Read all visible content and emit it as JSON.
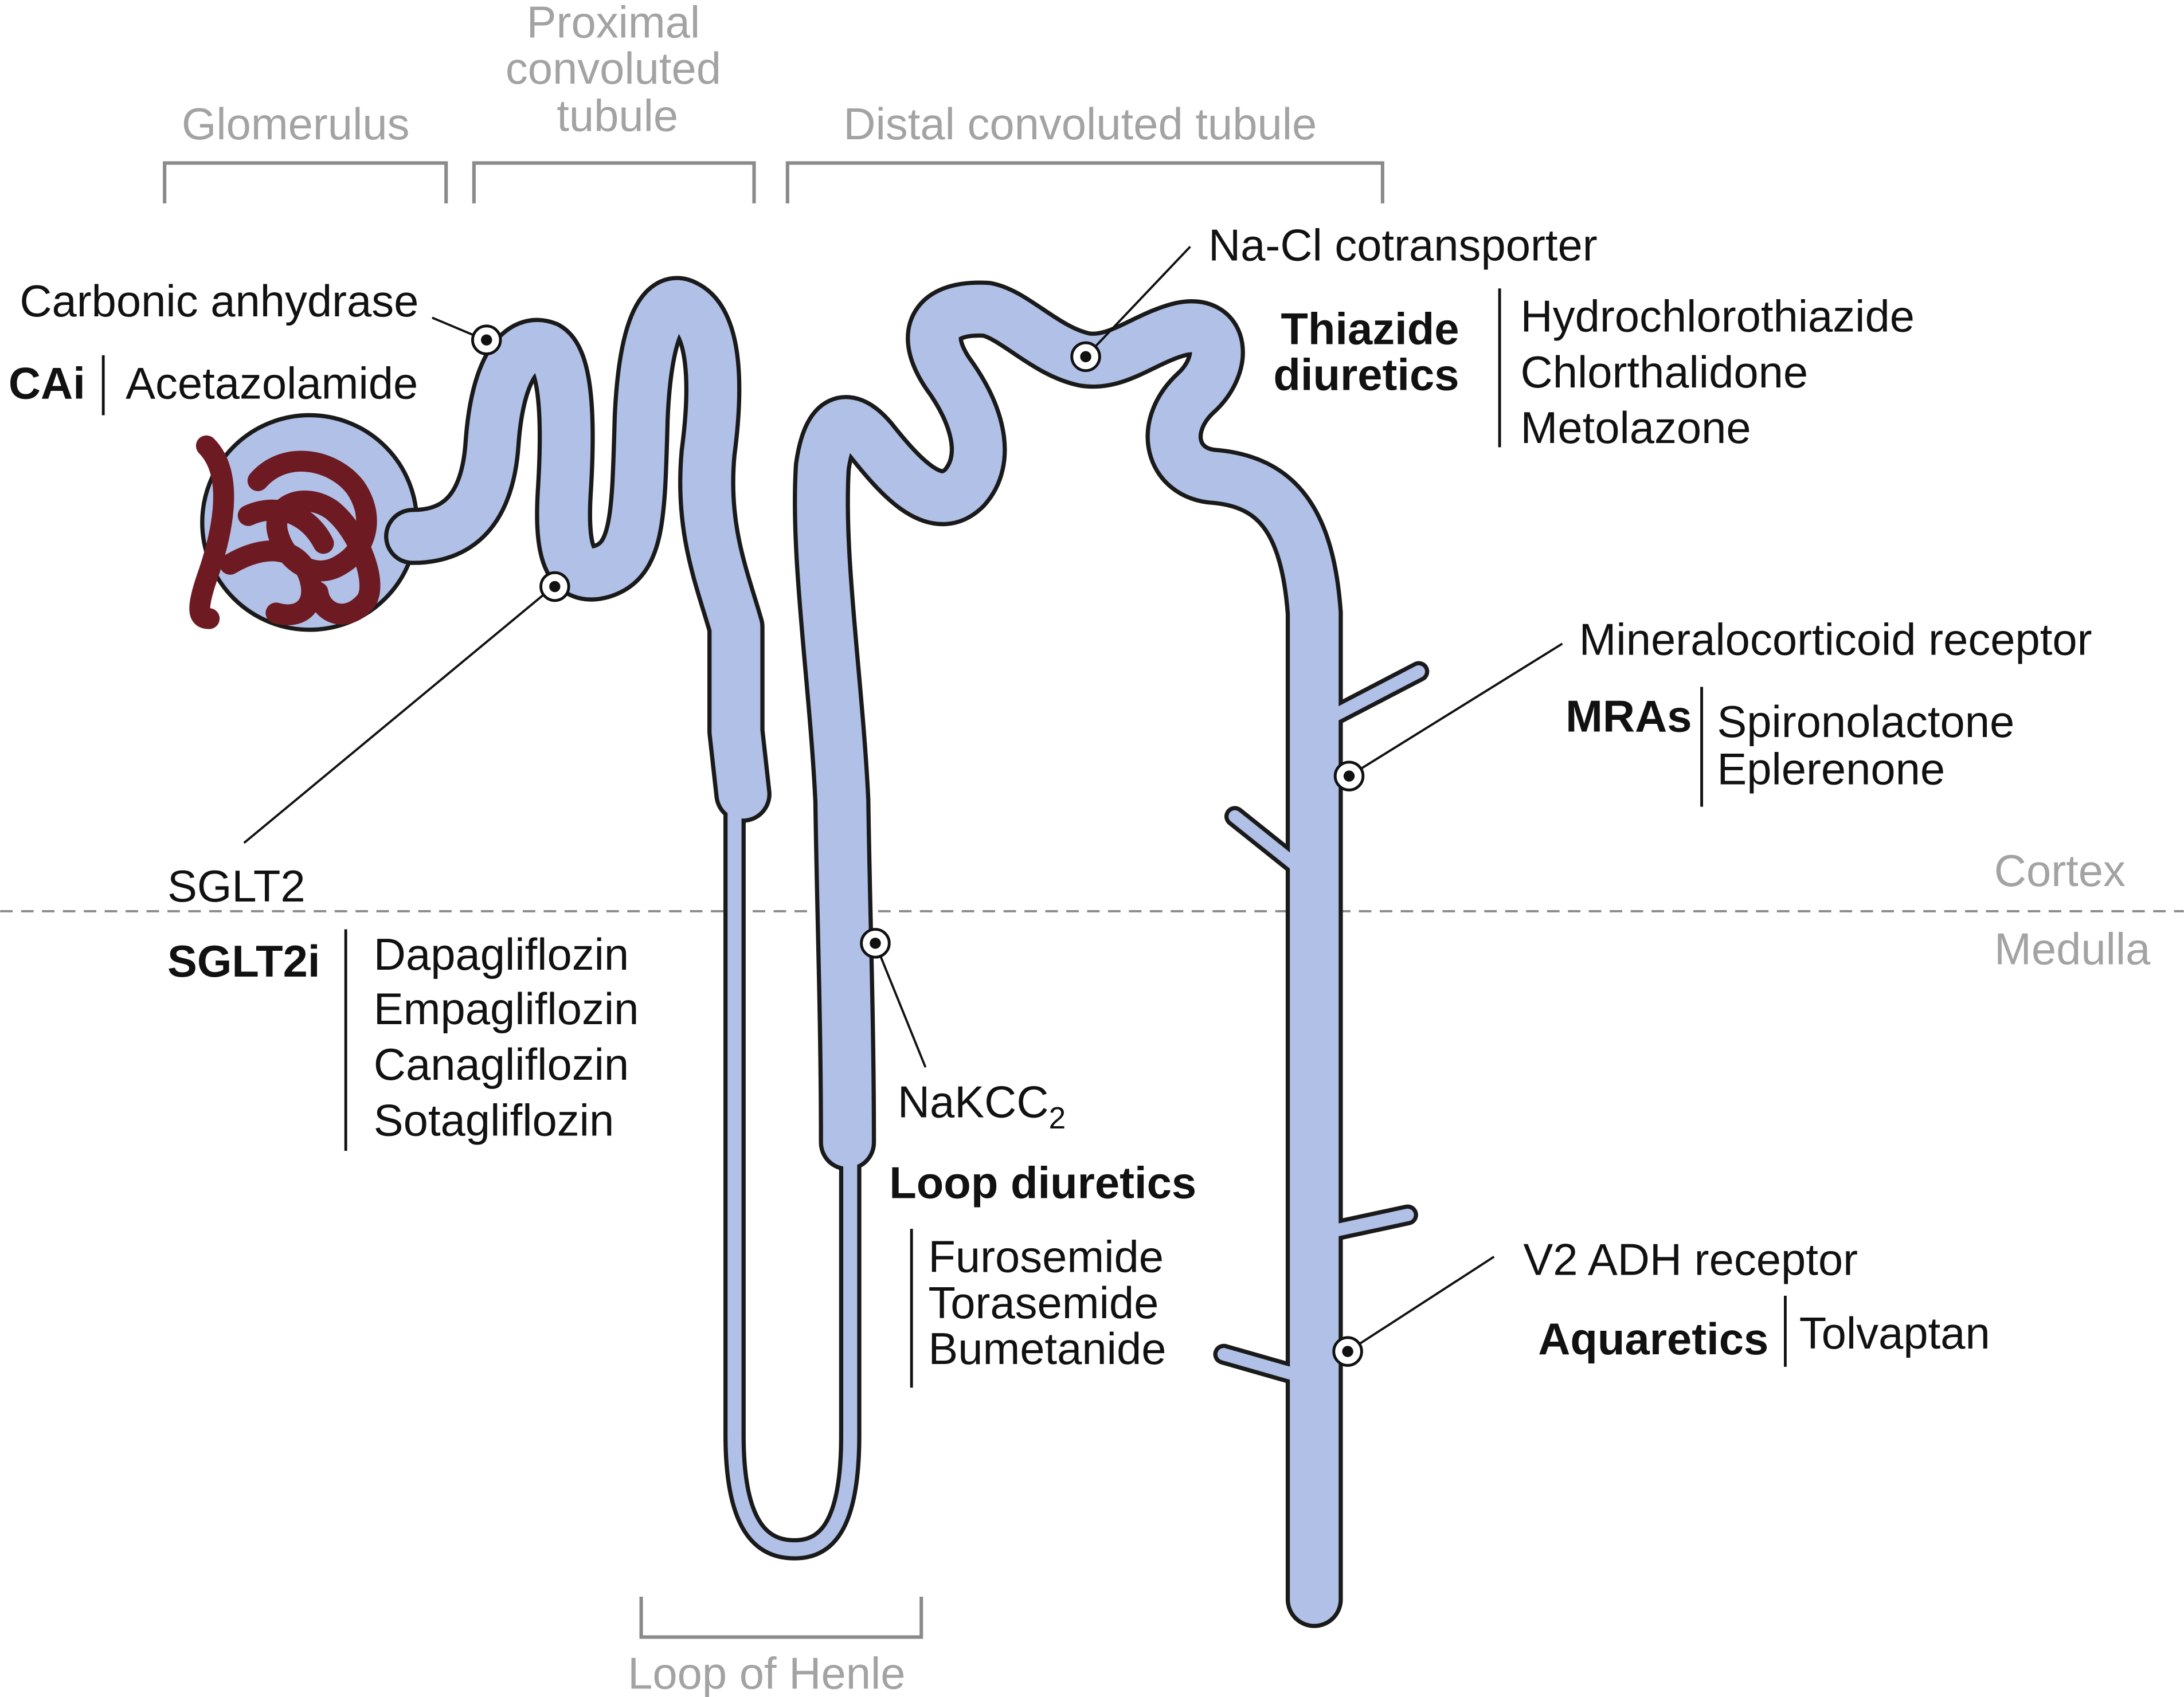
{
  "regions": {
    "glomerulus": "Glomerulus",
    "proximal_line1": "Proximal",
    "proximal_line2": "convoluted",
    "proximal_line3": "tubule",
    "distal": "Distal convoluted tubule",
    "loop": "Loop of Henle",
    "cortex": "Cortex",
    "medulla": "Medulla"
  },
  "targets": {
    "carbonic_anhydrase": {
      "target": "Carbonic anhydrase",
      "class": "CAi",
      "drugs": [
        "Acetazolamide"
      ]
    },
    "sglt2": {
      "target": "SGLT2",
      "class": "SGLT2i",
      "drugs": [
        "Dapagliflozin",
        "Empagliflozin",
        "Canagliflozin",
        "Sotagliflozin"
      ]
    },
    "nakcc2": {
      "target_base": "NaKCC",
      "target_sub": "2",
      "class": "Loop diuretics",
      "drugs": [
        "Furosemide",
        "Torasemide",
        "Bumetanide"
      ]
    },
    "nacl": {
      "target": "Na-Cl cotransporter",
      "class_line1": "Thiazide",
      "class_line2": "diuretics",
      "drugs": [
        "Hydrochlorothiazide",
        "Chlorthalidone",
        "Metolazone"
      ]
    },
    "mr": {
      "target": "Mineralocorticoid receptor",
      "class": "MRAs",
      "drugs": [
        "Spironolactone",
        "Eplerenone"
      ]
    },
    "v2": {
      "target": "V2 ADH receptor",
      "class": "Aquaretics",
      "drugs": [
        "Tolvaptan"
      ]
    }
  },
  "colors": {
    "tubule": "#b0c0e6",
    "glomerulus_capillary": "#6e1a22",
    "region_label": "#a3a3a3",
    "text": "#111111"
  }
}
